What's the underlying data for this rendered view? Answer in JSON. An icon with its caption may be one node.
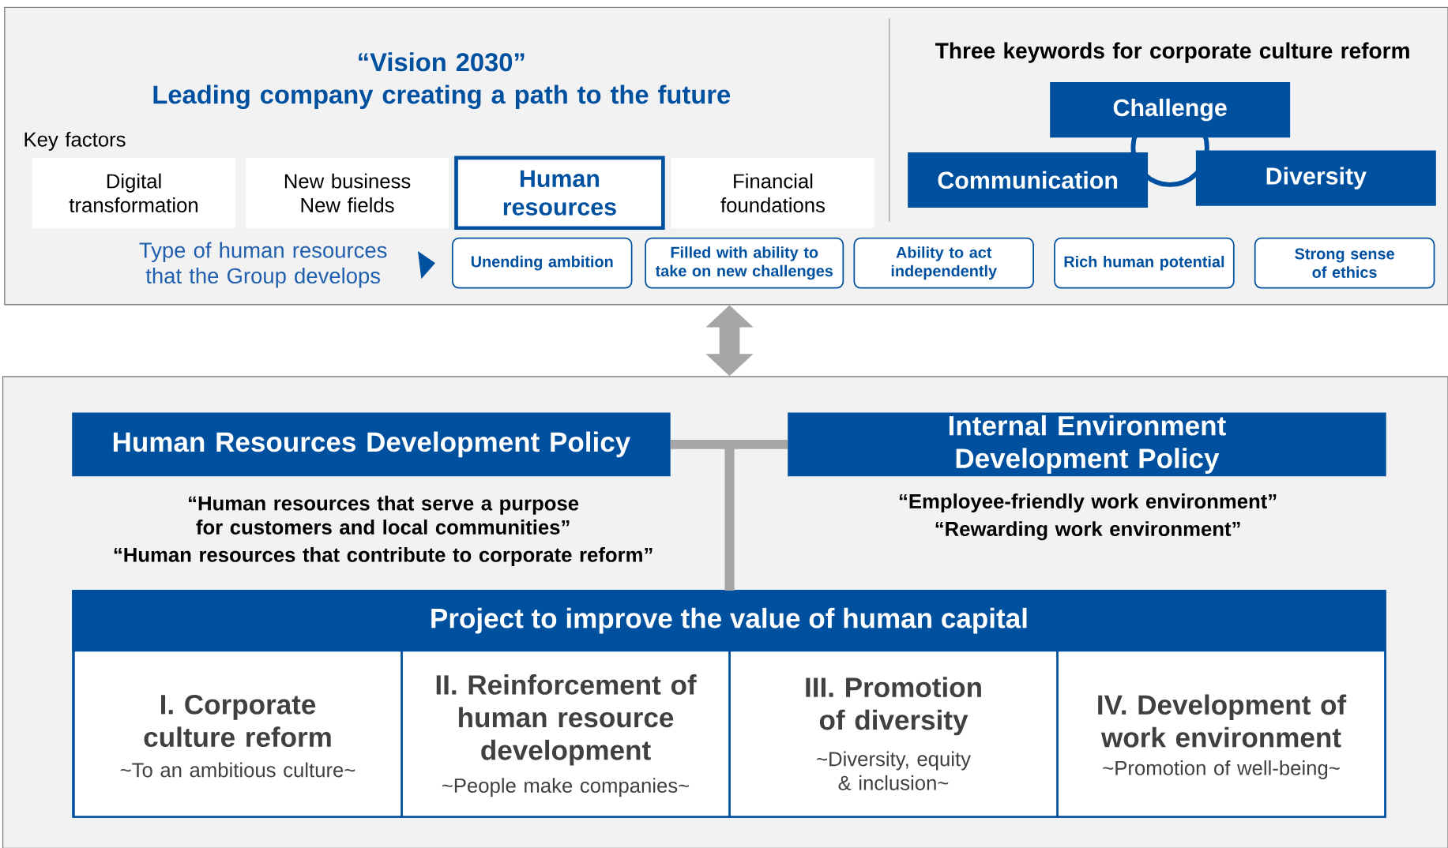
{
  "diagram": {
    "nodes": [
      {
        "text": [
          "“Vision 2030”",
          "Leading company creating a path to the future",
          "Key factors",
          "Three keywords for corporate culture reform"
        ]
      },
      {
        "text": [
          "Digital transformation"
        ],
        "in": 0
      },
      {
        "text": [
          "New business New fields"
        ],
        "in": 0
      },
      {
        "text": [
          "Human resources"
        ],
        "in": 0
      },
      {
        "text": [
          "Financial foundations"
        ],
        "in": 0
      },
      {
        "text": [
          "Challenge"
        ],
        "in": 0
      },
      {
        "text": [
          "Communication"
        ],
        "in": 0
      },
      {
        "text": [
          "Diversity"
        ],
        "in": 0
      },
      {
        "text": [
          "Type of human resources that the Group develops"
        ],
        "in": 0
      },
      {
        "text": [
          "Unending ambition"
        ],
        "in": 0
      },
      {
        "text": [
          "Filled with ability to take on new challenges"
        ],
        "in": 0
      },
      {
        "text": [
          "Ability to act independently"
        ],
        "in": 0
      },
      {
        "text": [
          "Rich human potential"
        ],
        "in": 0
      },
      {
        "text": [
          "Strong sense of ethics"
        ],
        "in": 0
      },
      {
        "text": [],
        "shape": "box"
      },
      {
        "text": [
          "Human Resources Development Policy"
        ],
        "in": 14,
        "beside": [
          "“Human resources that serve a purpose for customers and local communities”",
          "“Human resources that contribute to corporate reform”"
        ]
      },
      {
        "text": [
          "Internal Environment Development Policy"
        ],
        "in": 14,
        "beside": [
          "“Employee-friendly work environment”",
          "“Rewarding work environment”"
        ]
      },
      {
        "text": [
          "Project to improve the value of human capital"
        ],
        "in": 14
      },
      {
        "text": [
          "I. Corporate culture reform",
          "~To an ambitious culture~"
        ],
        "in": 17
      },
      {
        "text": [
          "II. Reinforcement of human resource development",
          "~People make companies~"
        ],
        "in": 17
      },
      {
        "text": [
          "III. Promotion of diversity",
          "~Diversity, equity & inclusion~"
        ],
        "in": 17
      },
      {
        "text": [
          "IV. Development of work environment",
          "~Promotion of well-being~"
        ],
        "in": 17
      }
    ],
    "edges": [
      {
        "from": 0,
        "to": 14,
        "arrow": "both",
        "style": "thick"
      },
      {
        "from": 15,
        "to": 17,
        "arrow": "none"
      },
      {
        "from": 16,
        "to": 17,
        "arrow": "none"
      },
      {
        "from": 8,
        "to": 9,
        "arrow": "to",
        "color": "#0050a0"
      }
    ]
  }
}
